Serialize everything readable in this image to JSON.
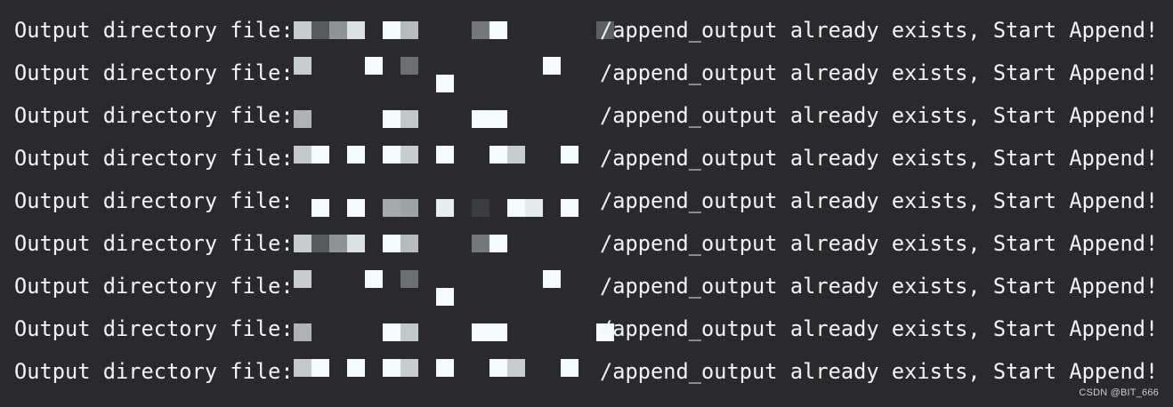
{
  "terminal": {
    "lines": [
      {
        "prefix": "Output directory file:",
        "suffix": "/append_output already exists, Start Append!"
      },
      {
        "prefix": "Output directory file:",
        "suffix": "/append_output already exists, Start Append!"
      },
      {
        "prefix": "Output directory file:",
        "suffix": "/append_output already exists, Start Append!"
      },
      {
        "prefix": "Output directory file:",
        "suffix": "/append_output already exists, Start Append!"
      },
      {
        "prefix": "Output directory file:",
        "suffix": "/append_output already exists, Start Append!"
      },
      {
        "prefix": "Output directory file:",
        "suffix": "/append_output already exists, Start Append!"
      },
      {
        "prefix": "Output directory file:",
        "suffix": "/append_output already exists, Start Append!"
      },
      {
        "prefix": "Output directory file:",
        "suffix": "/append_output already exists, Start Append!"
      },
      {
        "prefix": "Output directory file:",
        "suffix": "/append_output already exists, Start Append!"
      }
    ]
  },
  "watermark": "CSDN @BIT_666",
  "colors": {
    "background": "#2a2a2c",
    "text": "#f2f6f6",
    "watermark": "#c9cdd1"
  }
}
